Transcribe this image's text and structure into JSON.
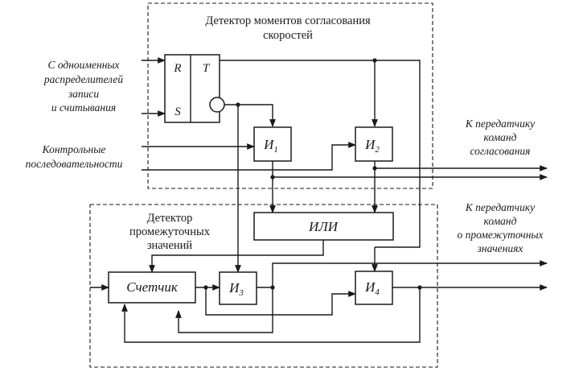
{
  "detector_sync": {
    "title_line1": "Детектор моментов согласования",
    "title_line2": "скоростей"
  },
  "detector_intermediate": {
    "title_line1": "Детектор",
    "title_line2": "промежуточных",
    "title_line3": "значений"
  },
  "input_distributors": {
    "line1": "С одноименных",
    "line2": "распределителей",
    "line3": "записи",
    "line4": "и считывания"
  },
  "input_control": {
    "line1": "Контрольные",
    "line2": "последовательности"
  },
  "output_sync": {
    "line1": "К передатчику",
    "line2": "команд",
    "line3": "согласования"
  },
  "output_intermediate": {
    "line1": "К передатчику",
    "line2": "команд",
    "line3": "о промежуточных",
    "line4": "значениях"
  },
  "trigger": {
    "r": "R",
    "s": "S",
    "t": "T"
  },
  "and_gates": {
    "and1": {
      "main": "И",
      "sub": "1"
    },
    "and2": {
      "main": "И",
      "sub": "2"
    },
    "and3": {
      "main": "И",
      "sub": "3"
    },
    "and4": {
      "main": "И",
      "sub": "4"
    }
  },
  "or_gate": "ИЛИ",
  "counter": "Счетчик"
}
